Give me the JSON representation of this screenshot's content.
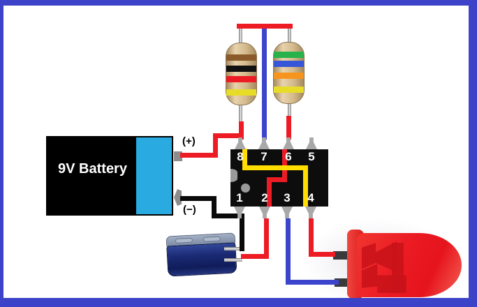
{
  "battery": {
    "label": "9V Battery",
    "positive_label": "(+)",
    "negative_label": "(−)"
  },
  "ic": {
    "top_pins": [
      "8",
      "7",
      "6",
      "5"
    ],
    "bottom_pins": [
      "1",
      "2",
      "3",
      "4"
    ]
  },
  "components": {
    "resistor_left": {
      "bands": [
        "brown",
        "black",
        "red",
        "yellow"
      ]
    },
    "resistor_right": {
      "bands": [
        "green",
        "blue",
        "orange",
        "yellow"
      ]
    },
    "capacitor": {
      "type": "electrolytic",
      "body_color": "#1b2a74"
    },
    "led": {
      "color": "red"
    }
  },
  "colors": {
    "border": "#3c43c8",
    "wire_red": "#ed1c24",
    "wire_blue": "#3b45cc",
    "wire_yellow": "#ffde00",
    "wire_black": "#0a0a0a",
    "battery_blue": "#29abe2",
    "led_red": "#ec1c24"
  }
}
